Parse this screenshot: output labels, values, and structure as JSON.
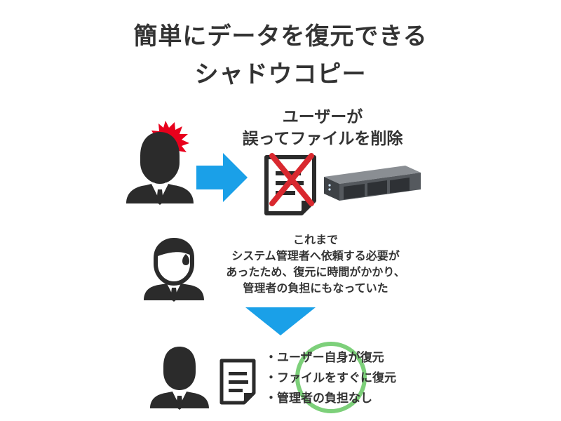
{
  "header": {
    "title_line1": "簡単にデータを復元できる",
    "title_line2": "シャドウコピー"
  },
  "step1": {
    "caption": [
      "ユーザーが",
      "誤ってファイルを削除"
    ]
  },
  "step2": {
    "caption": [
      "これまで",
      "システム管理者へ依頼する必要が",
      "あったため、復元に時間がかかり、",
      "管理者の負担にもなっていた"
    ]
  },
  "step3": {
    "benefits": [
      "・ユーザー自身が復元",
      "・ファイルをすぐに復元",
      "・管理者の負担なし"
    ]
  },
  "colors": {
    "text": "#333333",
    "person": "#2b2b2b",
    "alert": "#e8001c",
    "arrow": "#1aa0e8",
    "cross": "#d9282f",
    "highlight_circle": "#7dd07a",
    "server": "#55595e"
  }
}
